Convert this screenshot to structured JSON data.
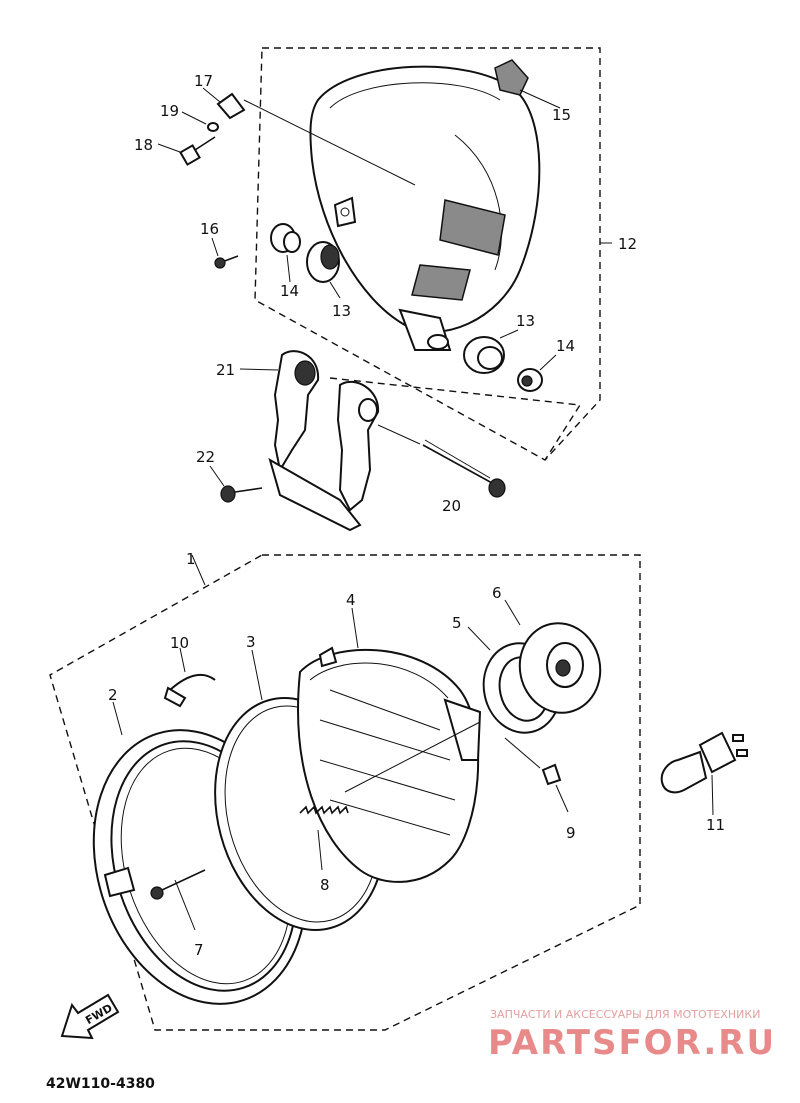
{
  "diagram": {
    "code": "42W110-4380",
    "fwd_label": "FWD",
    "callouts": {
      "c1": "1",
      "c2": "2",
      "c3": "3",
      "c4": "4",
      "c5": "5",
      "c6": "6",
      "c7": "7",
      "c8": "8",
      "c9": "9",
      "c10": "10",
      "c11": "11",
      "c12": "12",
      "c13a": "13",
      "c13b": "13",
      "c14a": "14",
      "c14b": "14",
      "c15": "15",
      "c16": "16",
      "c17": "17",
      "c18": "18",
      "c19": "19",
      "c20": "20",
      "c21": "21",
      "c22": "22"
    }
  },
  "watermark": {
    "tagline": "ЗАПЧАСТИ И АКСЕССУАРЫ ДЛЯ МОТОТЕХНИКИ",
    "brand": "PARTSFOR.RU"
  }
}
